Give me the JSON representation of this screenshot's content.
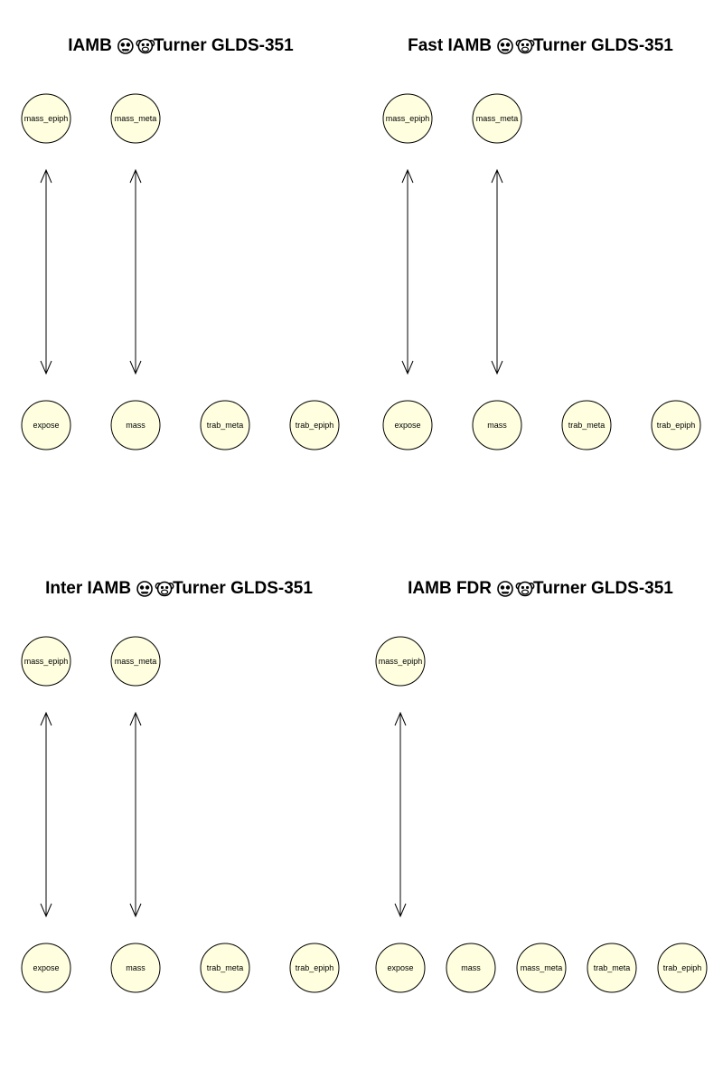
{
  "colors": {
    "background": "#ffffff",
    "node_fill": "#ffffe0",
    "stroke": "#000000"
  },
  "panels": [
    {
      "id": "iamb",
      "title": {
        "before": "IAMB",
        "after": "Turner GLDS-351",
        "icons": [
          "skull-icon",
          "monkey-icon"
        ]
      },
      "top_nodes": [
        "mass_epiph",
        "mass_meta"
      ],
      "bottom_nodes": [
        "expose",
        "mass",
        "trab_meta",
        "trab_epiph"
      ],
      "edges": [
        {
          "from": "mass_epiph",
          "to": "expose",
          "direction": "both"
        },
        {
          "from": "mass_meta",
          "to": "mass",
          "direction": "both"
        }
      ]
    },
    {
      "id": "fast-iamb",
      "title": {
        "before": "Fast IAMB",
        "after": "Turner GLDS-351",
        "icons": [
          "skull-icon",
          "monkey-icon"
        ]
      },
      "top_nodes": [
        "mass_epiph",
        "mass_meta"
      ],
      "bottom_nodes": [
        "expose",
        "mass",
        "trab_meta",
        "trab_epiph"
      ],
      "edges": [
        {
          "from": "mass_epiph",
          "to": "expose",
          "direction": "both"
        },
        {
          "from": "mass_meta",
          "to": "mass",
          "direction": "both"
        }
      ]
    },
    {
      "id": "inter-iamb",
      "title": {
        "before": "Inter IAMB",
        "after": "Turner GLDS-351",
        "icons": [
          "skull-icon",
          "monkey-icon"
        ]
      },
      "top_nodes": [
        "mass_epiph",
        "mass_meta"
      ],
      "bottom_nodes": [
        "expose",
        "mass",
        "trab_meta",
        "trab_epiph"
      ],
      "edges": [
        {
          "from": "mass_epiph",
          "to": "expose",
          "direction": "both"
        },
        {
          "from": "mass_meta",
          "to": "mass",
          "direction": "both"
        }
      ]
    },
    {
      "id": "iamb-fdr",
      "title": {
        "before": "IAMB FDR",
        "after": "Turner GLDS-351",
        "icons": [
          "skull-icon",
          "monkey-icon"
        ]
      },
      "top_nodes": [
        "mass_epiph"
      ],
      "bottom_nodes": [
        "expose",
        "mass",
        "mass_meta",
        "trab_meta",
        "trab_epiph"
      ],
      "edges": [
        {
          "from": "mass_epiph",
          "to": "expose",
          "direction": "both"
        }
      ]
    }
  ]
}
